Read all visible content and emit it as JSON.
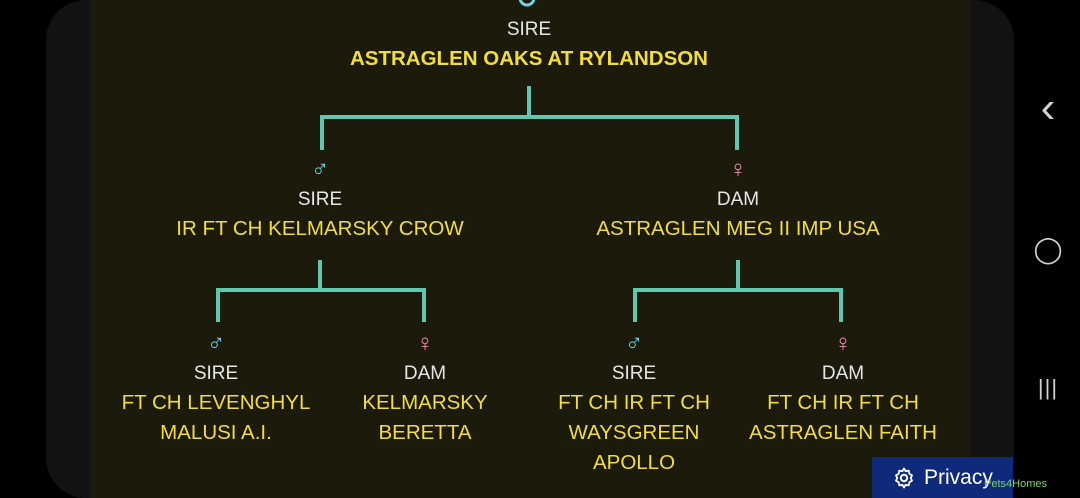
{
  "pedigree": {
    "sire": {
      "role": "SIRE",
      "name": "ASTRAGLEN OAKS AT RYLANDSON"
    },
    "sire_sire": {
      "role": "SIRE",
      "name": "IR FT CH KELMARSKY CROW"
    },
    "sire_dam": {
      "role": "DAM",
      "name": "ASTRAGLEN MEG II IMP USA"
    },
    "ss_sire": {
      "role": "SIRE",
      "line1": "FT CH LEVENGHYL",
      "line2": "MALUSI A.I."
    },
    "ss_dam": {
      "role": "DAM",
      "line1": "KELMARSKY",
      "line2": "BERETTA"
    },
    "sd_sire": {
      "role": "SIRE",
      "line1": "FT CH IR FT CH",
      "line2": "WAYSGREEN",
      "line3": "APOLLO"
    },
    "sd_dam": {
      "role": "DAM",
      "line1": "FT CH IR FT CH",
      "line2": "ASTRAGLEN FAITH"
    }
  },
  "symbols": {
    "male": "♂",
    "female": "♀"
  },
  "colors": {
    "line": "#5fc9b0",
    "name": "#f2de36",
    "male": "#6fd3e6",
    "female": "#f28bb8"
  },
  "privacy": {
    "label": "Privacy"
  },
  "brand": {
    "label": "Pets4Homes"
  },
  "nav": {
    "back": "‹",
    "home": "◯",
    "recents": "|||"
  }
}
